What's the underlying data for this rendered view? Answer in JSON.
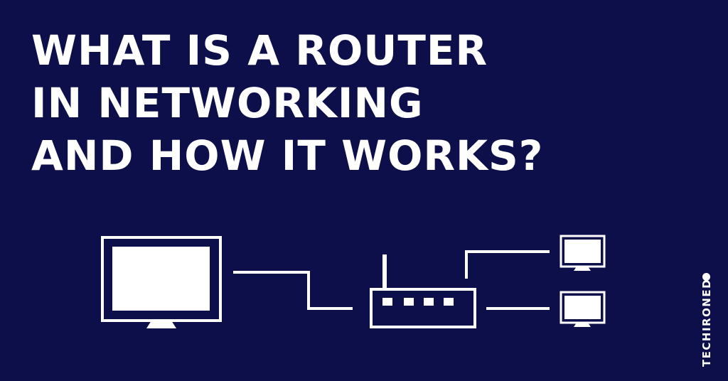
{
  "headline": {
    "lines": [
      "WHAT IS A ROUTER",
      "IN NETWORKING",
      "AND HOW IT WORKS?"
    ]
  },
  "brand": {
    "name": "TECHIRONED"
  },
  "colors": {
    "background": "#0c0f4a",
    "foreground": "#ffffff"
  },
  "icons": [
    "monitor-icon",
    "router-icon",
    "small-monitor-icon"
  ]
}
